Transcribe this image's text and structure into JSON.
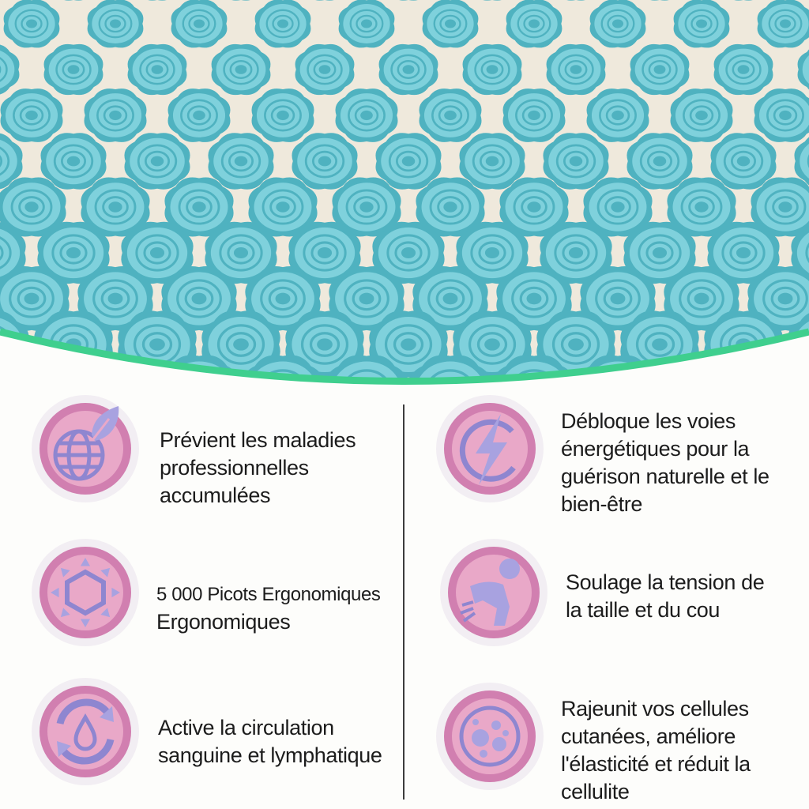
{
  "colors": {
    "flower": "#7fd1dc",
    "flower_dark": "#4fb2c0",
    "mat": "#efe9dc",
    "arc_border": "#3fcf8e",
    "badge_outer": "#f2eef3",
    "badge_pink": "#e9a8c8",
    "badge_ring": "#d17fb0",
    "icon_lavender": "#a8a2e0",
    "icon_stroke": "#8e86d0",
    "text": "#1c1c1c"
  },
  "hero": {
    "image": "acupressure-mat-lotus-spikes-closeup"
  },
  "features": [
    {
      "id": "occupational-diseases",
      "icon": "globe-leaf-icon",
      "lines": [
        "Prévient les maladies",
        "professionnelles",
        "accumulées"
      ]
    },
    {
      "id": "energy-pathways",
      "icon": "lightning-bolt-icon",
      "lines": [
        "Débloque les voies",
        "énergétiques pour la",
        "guérison naturelle et le",
        "bien-être"
      ]
    },
    {
      "id": "ergonomic-spikes",
      "icon": "hexagon-spikes-icon",
      "lines": [
        "5 000 Picots Ergonomiques",
        "Ergonomiques"
      ]
    },
    {
      "id": "waist-neck-relief",
      "icon": "back-pain-icon",
      "lines": [
        "Soulage la tension de",
        "la taille et du cou"
      ]
    },
    {
      "id": "circulation",
      "icon": "circulation-drop-icon",
      "lines": [
        "Active la circulation",
        "sanguine et lymphatique"
      ]
    },
    {
      "id": "skin-cells",
      "icon": "cells-icon",
      "lines": [
        "Rajeunit vos cellules",
        "cutanées, améliore",
        "l'élasticité et réduit la",
        "cellulite"
      ]
    }
  ]
}
